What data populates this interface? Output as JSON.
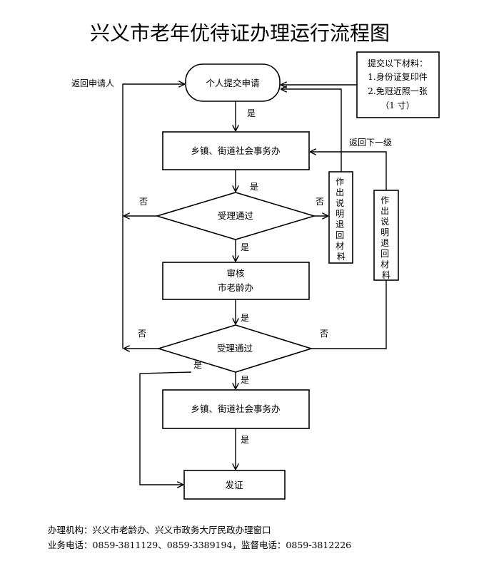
{
  "title": "兴义市老年优待证办理运行流程图",
  "nodes": {
    "start": "个人提交申请",
    "township1": "乡镇、街道社会事务办",
    "decision1": "受理通过",
    "review_line1": "审核",
    "review_line2": "市老龄办",
    "decision2": "受理通过",
    "township2": "乡镇、街道社会事务办",
    "issue": "发证"
  },
  "materials": {
    "heading": "提交以下材料：",
    "item1": "1.身份证复印件",
    "item2": "2.免冠近照一张",
    "item3": "（1 寸）"
  },
  "side_boxes": {
    "box1_chars": [
      "作",
      "出",
      "说",
      "明",
      "退",
      "回",
      "材",
      "料"
    ],
    "box2_chars": [
      "作",
      "出",
      "说",
      "明",
      "退",
      "回",
      "材",
      "料"
    ]
  },
  "labels": {
    "yes": "是",
    "no": "否",
    "return_applicant": "返回申请人",
    "return_lower": "返回下一级"
  },
  "footer": {
    "line1": "办理机构：兴义市老龄办、兴义市政务大厅民政办理窗口",
    "line2": "业务电话：0859-3811129、0859-3389194，监督电话：0859-3812226"
  }
}
